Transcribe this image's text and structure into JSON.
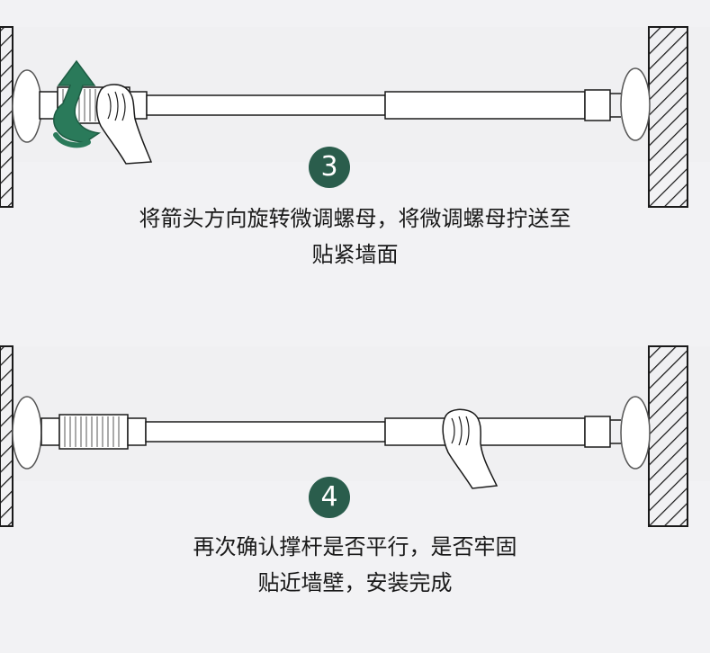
{
  "steps": [
    {
      "number": "3",
      "caption_line1": "将箭头方向旋转微调螺母，将微调螺母拧送至",
      "caption_line2": "贴紧墙面"
    },
    {
      "number": "4",
      "caption_line1": "再次确认撑杆是否平行，是否牢固",
      "caption_line2": "贴近墙壁，安装完成"
    }
  ],
  "colors": {
    "badge": "#2a5d4c",
    "arrow": "#2a7a5a",
    "background": "#f2f2f4",
    "line": "#1a1a1a"
  },
  "icons": {
    "rotate_arrow": "curved-arrow-icon",
    "hand": "hand-icon"
  }
}
